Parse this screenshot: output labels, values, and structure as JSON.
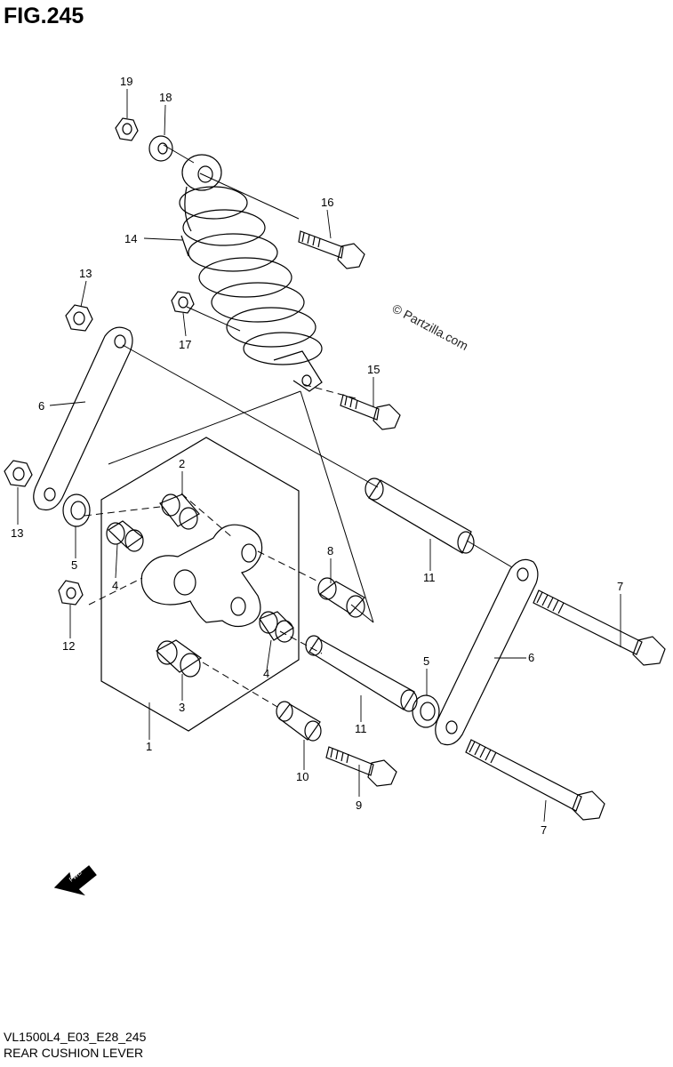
{
  "figure": {
    "title": "FIG.245"
  },
  "watermark": "© Partzilla.com",
  "fwd_label": "FWD",
  "callouts": {
    "c1": "1",
    "c2": "2",
    "c3": "3",
    "c4a": "4",
    "c4b": "4",
    "c5a": "5",
    "c5b": "5",
    "c6a": "6",
    "c6b": "6",
    "c7a": "7",
    "c7b": "7",
    "c8": "8",
    "c9": "9",
    "c10": "10",
    "c11a": "11",
    "c11b": "11",
    "c12": "12",
    "c13a": "13",
    "c13b": "13",
    "c14": "14",
    "c15": "15",
    "c16": "16",
    "c17": "17",
    "c18": "18",
    "c19": "19"
  },
  "footer": {
    "code": "VL1500L4_E03_E28_245",
    "title": "REAR CUSHION LEVER"
  }
}
